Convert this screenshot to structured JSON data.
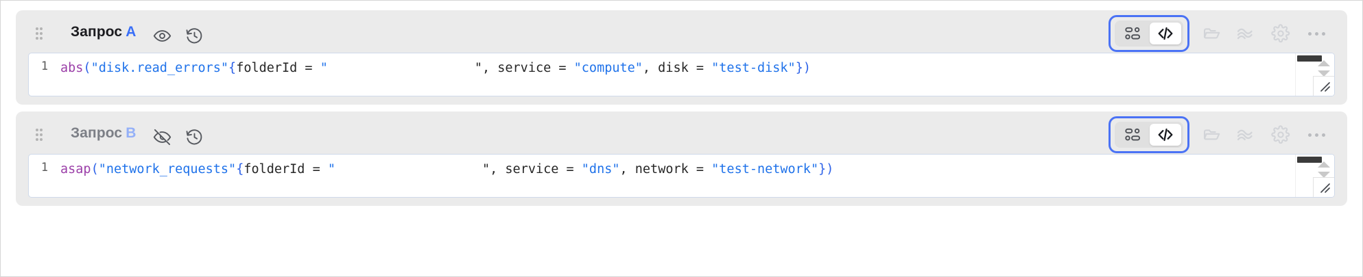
{
  "cards": [
    {
      "id": "query-a",
      "title": "Запрос",
      "letter": "A",
      "visibility_icon": "eye-icon",
      "visible": true,
      "history_icon": "history-icon",
      "line_number": "1",
      "code": {
        "fn": "abs",
        "open": "(",
        "metric": "\"disk.read_errors\"",
        "brace_open": "{",
        "label1": "folderId = ",
        "quote": "\"",
        "redacted": "",
        "mid": "\", service = ",
        "service": "\"compute\"",
        "tail_label": ", disk = ",
        "tail_value": "\"test-disk\"",
        "close": "})"
      }
    },
    {
      "id": "query-b",
      "title": "Запрос",
      "letter": "B",
      "visibility_icon": "eye-off-icon",
      "visible": false,
      "history_icon": "history-icon",
      "line_number": "1",
      "code": {
        "fn": "asap",
        "open": "(",
        "metric": "\"network_requests\"",
        "brace_open": "{",
        "label1": "folderId = ",
        "quote": "\"",
        "redacted": "",
        "mid": "\", service = ",
        "service": "\"dns\"",
        "tail_label": ", network = ",
        "tail_value": "\"test-network\"",
        "close": "})"
      }
    }
  ],
  "toolbar": {
    "builder_label": "builder-view",
    "code_label": "code-view",
    "active_mode": "code-view",
    "folder_label": "folder",
    "chart_label": "chart",
    "settings_label": "settings",
    "more_label": "more"
  },
  "colors": {
    "accent": "#3a6ff7",
    "highlight_outline": "#4a72f5",
    "string": "#1f72ea",
    "function": "#9b3fa8",
    "card_bg": "#ebebeb",
    "editor_bg": "#ffffff",
    "redaction": "#e7ecfb"
  }
}
